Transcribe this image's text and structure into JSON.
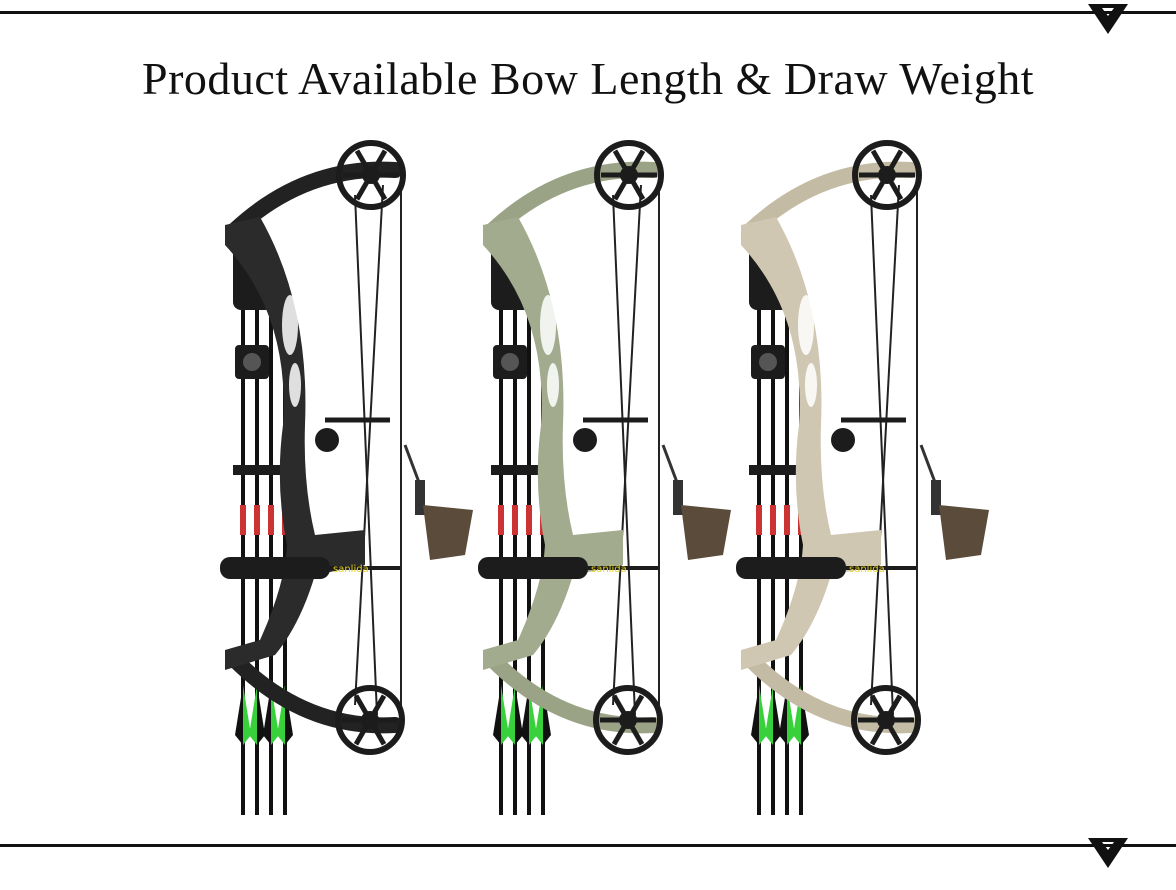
{
  "page": {
    "title": "Product Available Bow Length & Draw Weight",
    "divider_icon": "chevron-down-icon"
  },
  "products": [
    {
      "color_name": "black",
      "riser_color": "#2b2b2b",
      "limb_color": "#222222",
      "logo": "sanlida archery"
    },
    {
      "color_name": "olive green",
      "riser_color": "#a3ab8f",
      "limb_color": "#9aa385",
      "logo": "sanlida archery"
    },
    {
      "color_name": "tan",
      "riser_color": "#cfc7b2",
      "limb_color": "#c4bba5",
      "logo": "sanlida archery"
    }
  ],
  "colors": {
    "line": "#111111",
    "fletching": "#39d13b",
    "accessory": "#1c1c1c",
    "logo": "#e8d21a"
  }
}
